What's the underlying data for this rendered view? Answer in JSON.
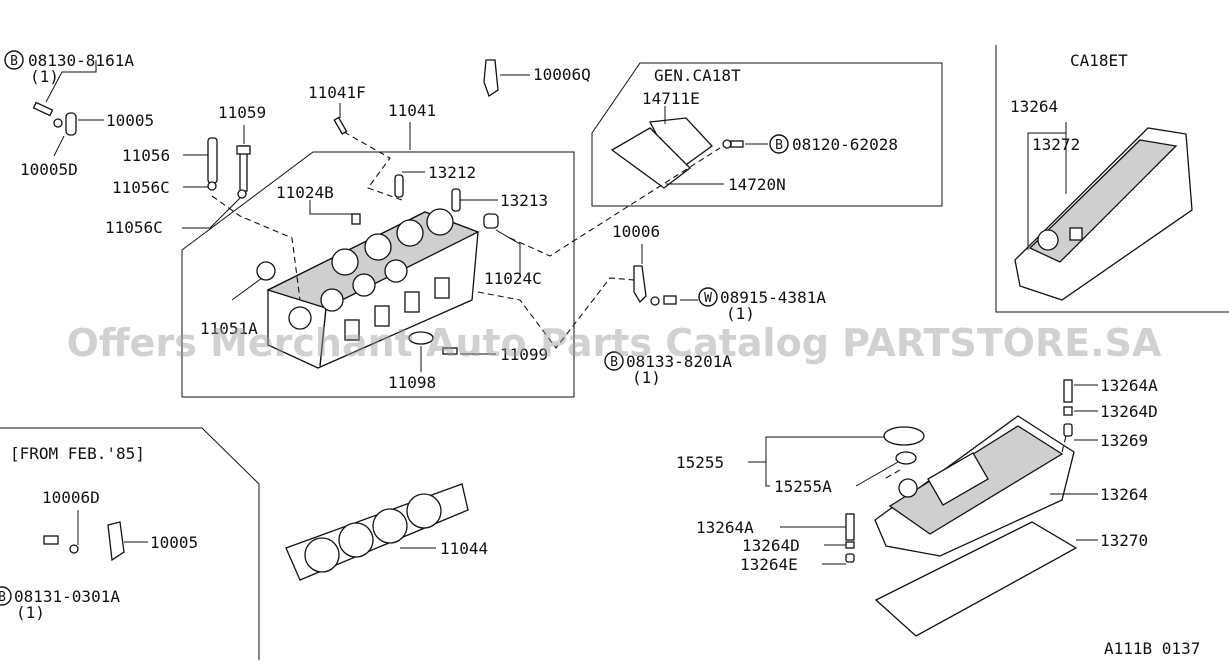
{
  "labels": {
    "b_08130_8161a": "08130-8161A",
    "b_08130_qty": "(1)",
    "p10005_top": "10005",
    "p10005d": "10005D",
    "p11056": "11056",
    "p11056c_1": "11056C",
    "p11056c_2": "11056C",
    "p11059": "11059",
    "p11041f": "11041F",
    "p11041": "11041",
    "p10006q": "10006Q",
    "p13212": "13212",
    "p11024b": "11024B",
    "p13213": "13213",
    "p11024c": "11024C",
    "p11051a": "11051A",
    "p11099": "11099",
    "p11098": "11098",
    "p10006": "10006",
    "w_08915_4381a": "08915-4381A",
    "w_qty": "(1)",
    "b_08133_8201a": "08133-8201A",
    "b_08133_qty": "(1)",
    "gen_ca18t": "GEN.CA18T",
    "p14711e": "14711E",
    "b_08120_62028": "08120-62028",
    "p14720n": "14720N",
    "ca18et": "CA18ET",
    "p13264_inset": "13264",
    "p13272": "13272",
    "from_feb85": "[FROM FEB.'85]",
    "p10006d": "10006D",
    "p10005_bottom": "10005",
    "b_08131_0301a": "08131-0301A",
    "b_08131_qty": "(1)",
    "p11044": "11044",
    "p13264a_top": "13264A",
    "p13264d_top": "13264D",
    "p13269": "13269",
    "p15255": "15255",
    "p15255a": "15255A",
    "p13264_main": "13264",
    "p13264a_bottom": "13264A",
    "p13264d_bottom": "13264D",
    "p13264e": "13264E",
    "p13270": "13270",
    "drawing_code": "A111B 0137"
  },
  "markers": {
    "b": "B",
    "w": "W"
  },
  "watermark": "Offers Merchant Auto Parts Catalog PARTSTORE.SA"
}
